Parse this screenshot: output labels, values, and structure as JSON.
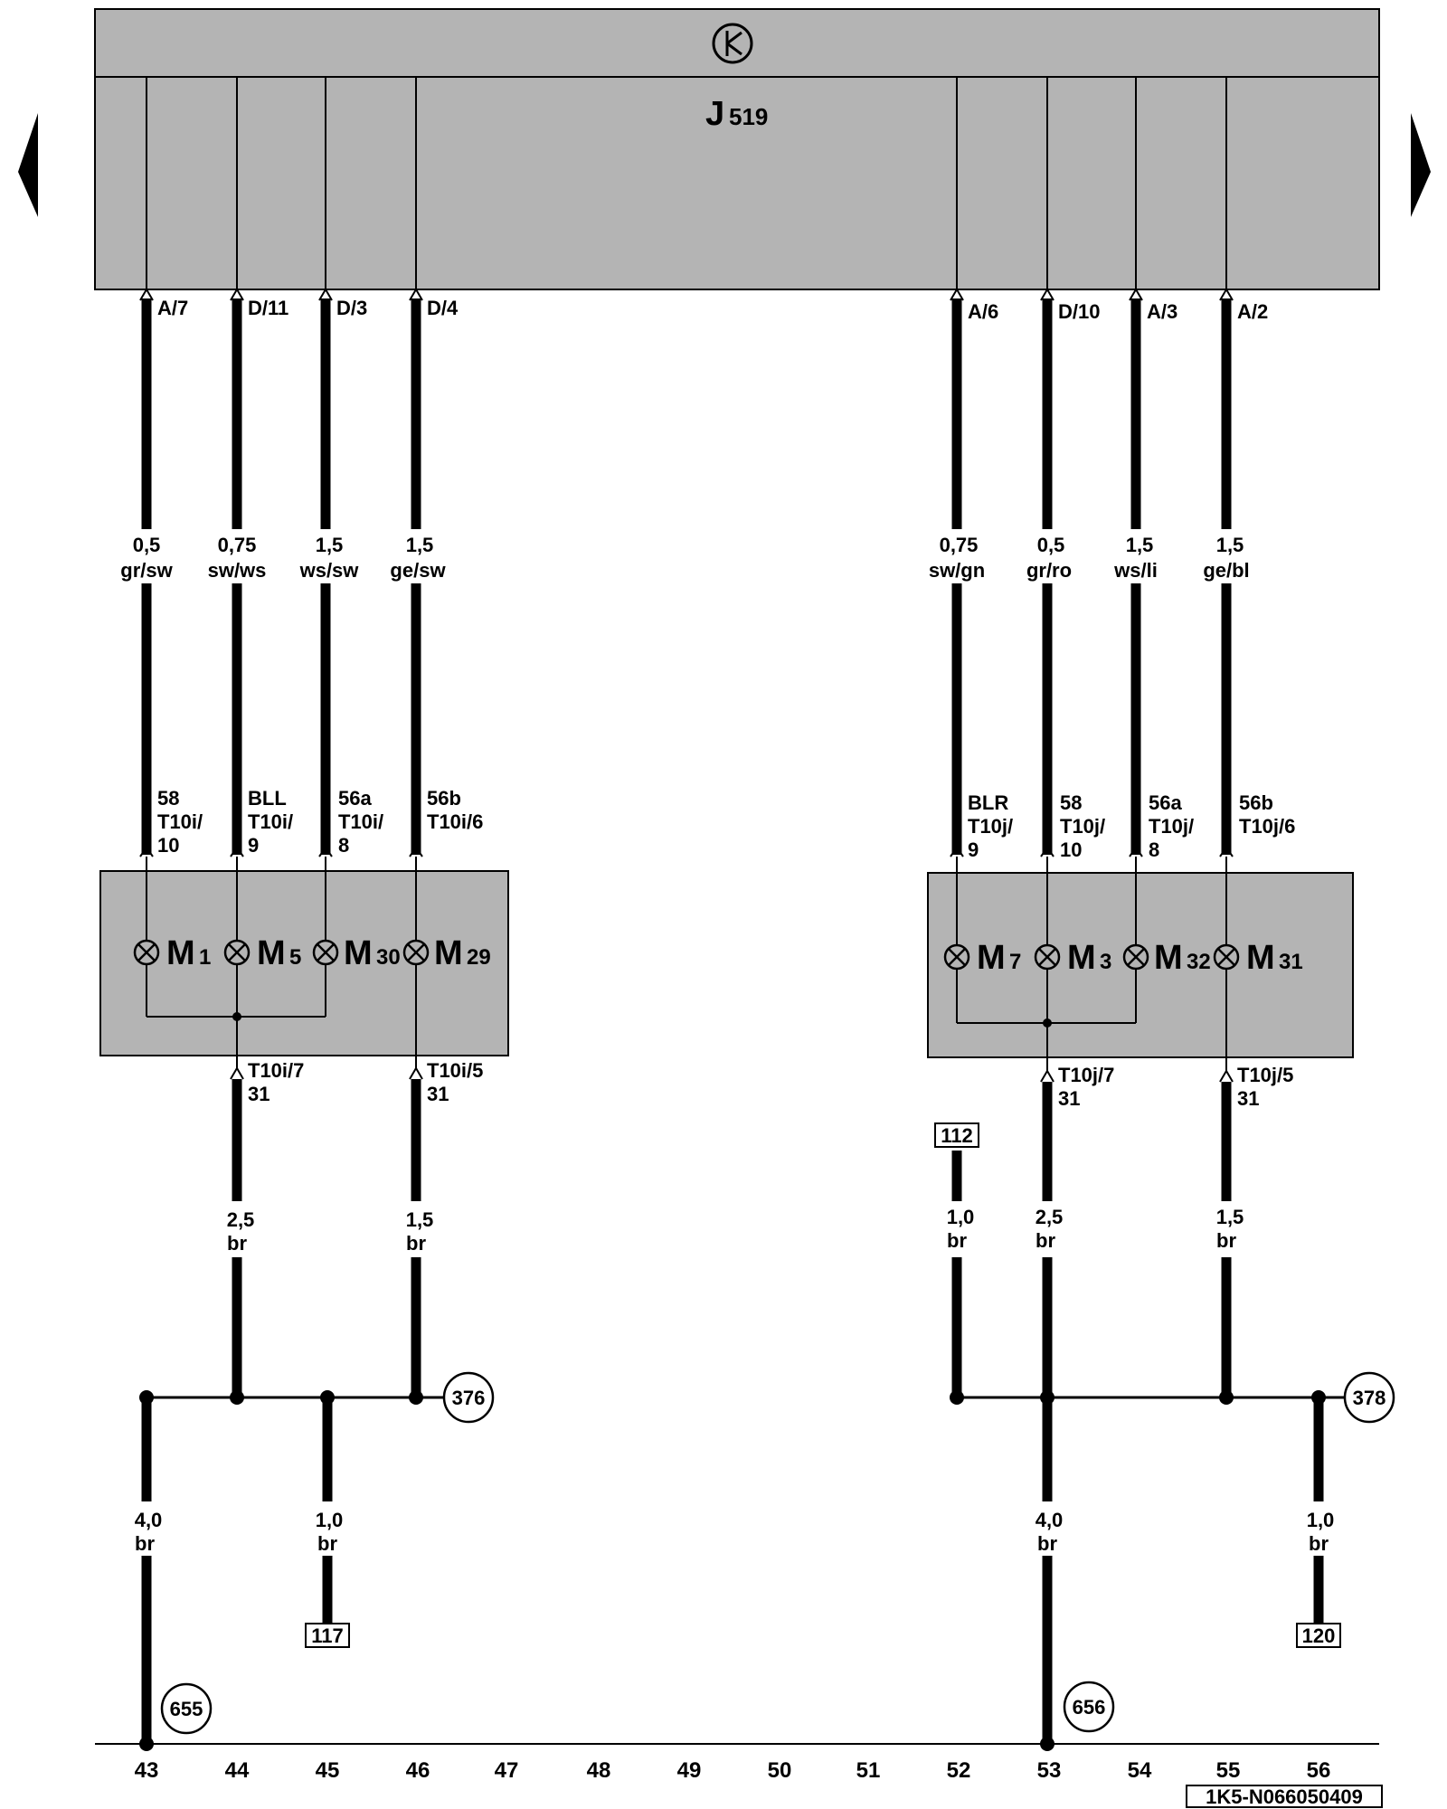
{
  "module": {
    "name": "J",
    "subscript": "519",
    "icon": "ground-transistor-icon"
  },
  "nav": {
    "prev": "prev-page-arrow-icon",
    "next": "next-page-arrow-icon"
  },
  "left_group": {
    "pins_top": [
      "A/7",
      "D/11",
      "D/3",
      "D/4"
    ],
    "wires_upper": [
      {
        "size": "0,5",
        "color": "gr/sw"
      },
      {
        "size": "0,75",
        "color": "sw/ws"
      },
      {
        "size": "1,5",
        "color": "ws/sw"
      },
      {
        "size": "1,5",
        "color": "ge/sw"
      }
    ],
    "terminals": [
      {
        "name": "58",
        "conn1": "T10i/",
        "conn2": "10"
      },
      {
        "name": "BLL",
        "conn1": "T10i/",
        "conn2": "9"
      },
      {
        "name": "56a",
        "conn1": "T10i/",
        "conn2": "8"
      },
      {
        "name": "56b",
        "conn1": "T10i/6",
        "conn2": ""
      }
    ],
    "bulbs": [
      {
        "label": "M",
        "sub": "1"
      },
      {
        "label": "M",
        "sub": "5"
      },
      {
        "label": "M",
        "sub": "30"
      },
      {
        "label": "M",
        "sub": "29"
      }
    ],
    "grounds": [
      {
        "conn": "T10i/7",
        "num": "31"
      },
      {
        "conn": "T10i/5",
        "num": "31"
      }
    ],
    "wires_lower": [
      {
        "size": "2,5",
        "color": "br"
      },
      {
        "size": "1,5",
        "color": "br"
      }
    ],
    "ground_point": "376",
    "wires_bottom": [
      {
        "size": "4,0",
        "color": "br"
      },
      {
        "size": "1,0",
        "color": "br"
      }
    ],
    "ref_box": "117",
    "earth_point": "655"
  },
  "right_group": {
    "pins_top": [
      "A/6",
      "D/10",
      "A/3",
      "A/2"
    ],
    "wires_upper": [
      {
        "size": "0,75",
        "color": "sw/gn"
      },
      {
        "size": "0,5",
        "color": "gr/ro"
      },
      {
        "size": "1,5",
        "color": "ws/li"
      },
      {
        "size": "1,5",
        "color": "ge/bl"
      }
    ],
    "terminals": [
      {
        "name": "BLR",
        "conn1": "T10j/",
        "conn2": "9"
      },
      {
        "name": "58",
        "conn1": "T10j/",
        "conn2": "10"
      },
      {
        "name": "56a",
        "conn1": "T10j/",
        "conn2": "8"
      },
      {
        "name": "56b",
        "conn1": "T10j/6",
        "conn2": ""
      }
    ],
    "bulbs": [
      {
        "label": "M",
        "sub": "7"
      },
      {
        "label": "M",
        "sub": "3"
      },
      {
        "label": "M",
        "sub": "32"
      },
      {
        "label": "M",
        "sub": "31"
      }
    ],
    "grounds": [
      {
        "conn": "T10j/7",
        "num": "31"
      },
      {
        "conn": "T10j/5",
        "num": "31"
      }
    ],
    "ref_box_top": "112",
    "wires_lower": [
      {
        "size": "1,0",
        "color": "br"
      },
      {
        "size": "2,5",
        "color": "br"
      },
      {
        "size": "1,5",
        "color": "br"
      }
    ],
    "ground_point": "378",
    "wires_bottom": [
      {
        "size": "4,0",
        "color": "br"
      },
      {
        "size": "1,0",
        "color": "br"
      }
    ],
    "ref_box": "120",
    "earth_point": "656"
  },
  "columns": [
    "43",
    "44",
    "45",
    "46",
    "47",
    "48",
    "49",
    "50",
    "51",
    "52",
    "53",
    "54",
    "55",
    "56"
  ],
  "doc_id": "1K5-N066050409"
}
